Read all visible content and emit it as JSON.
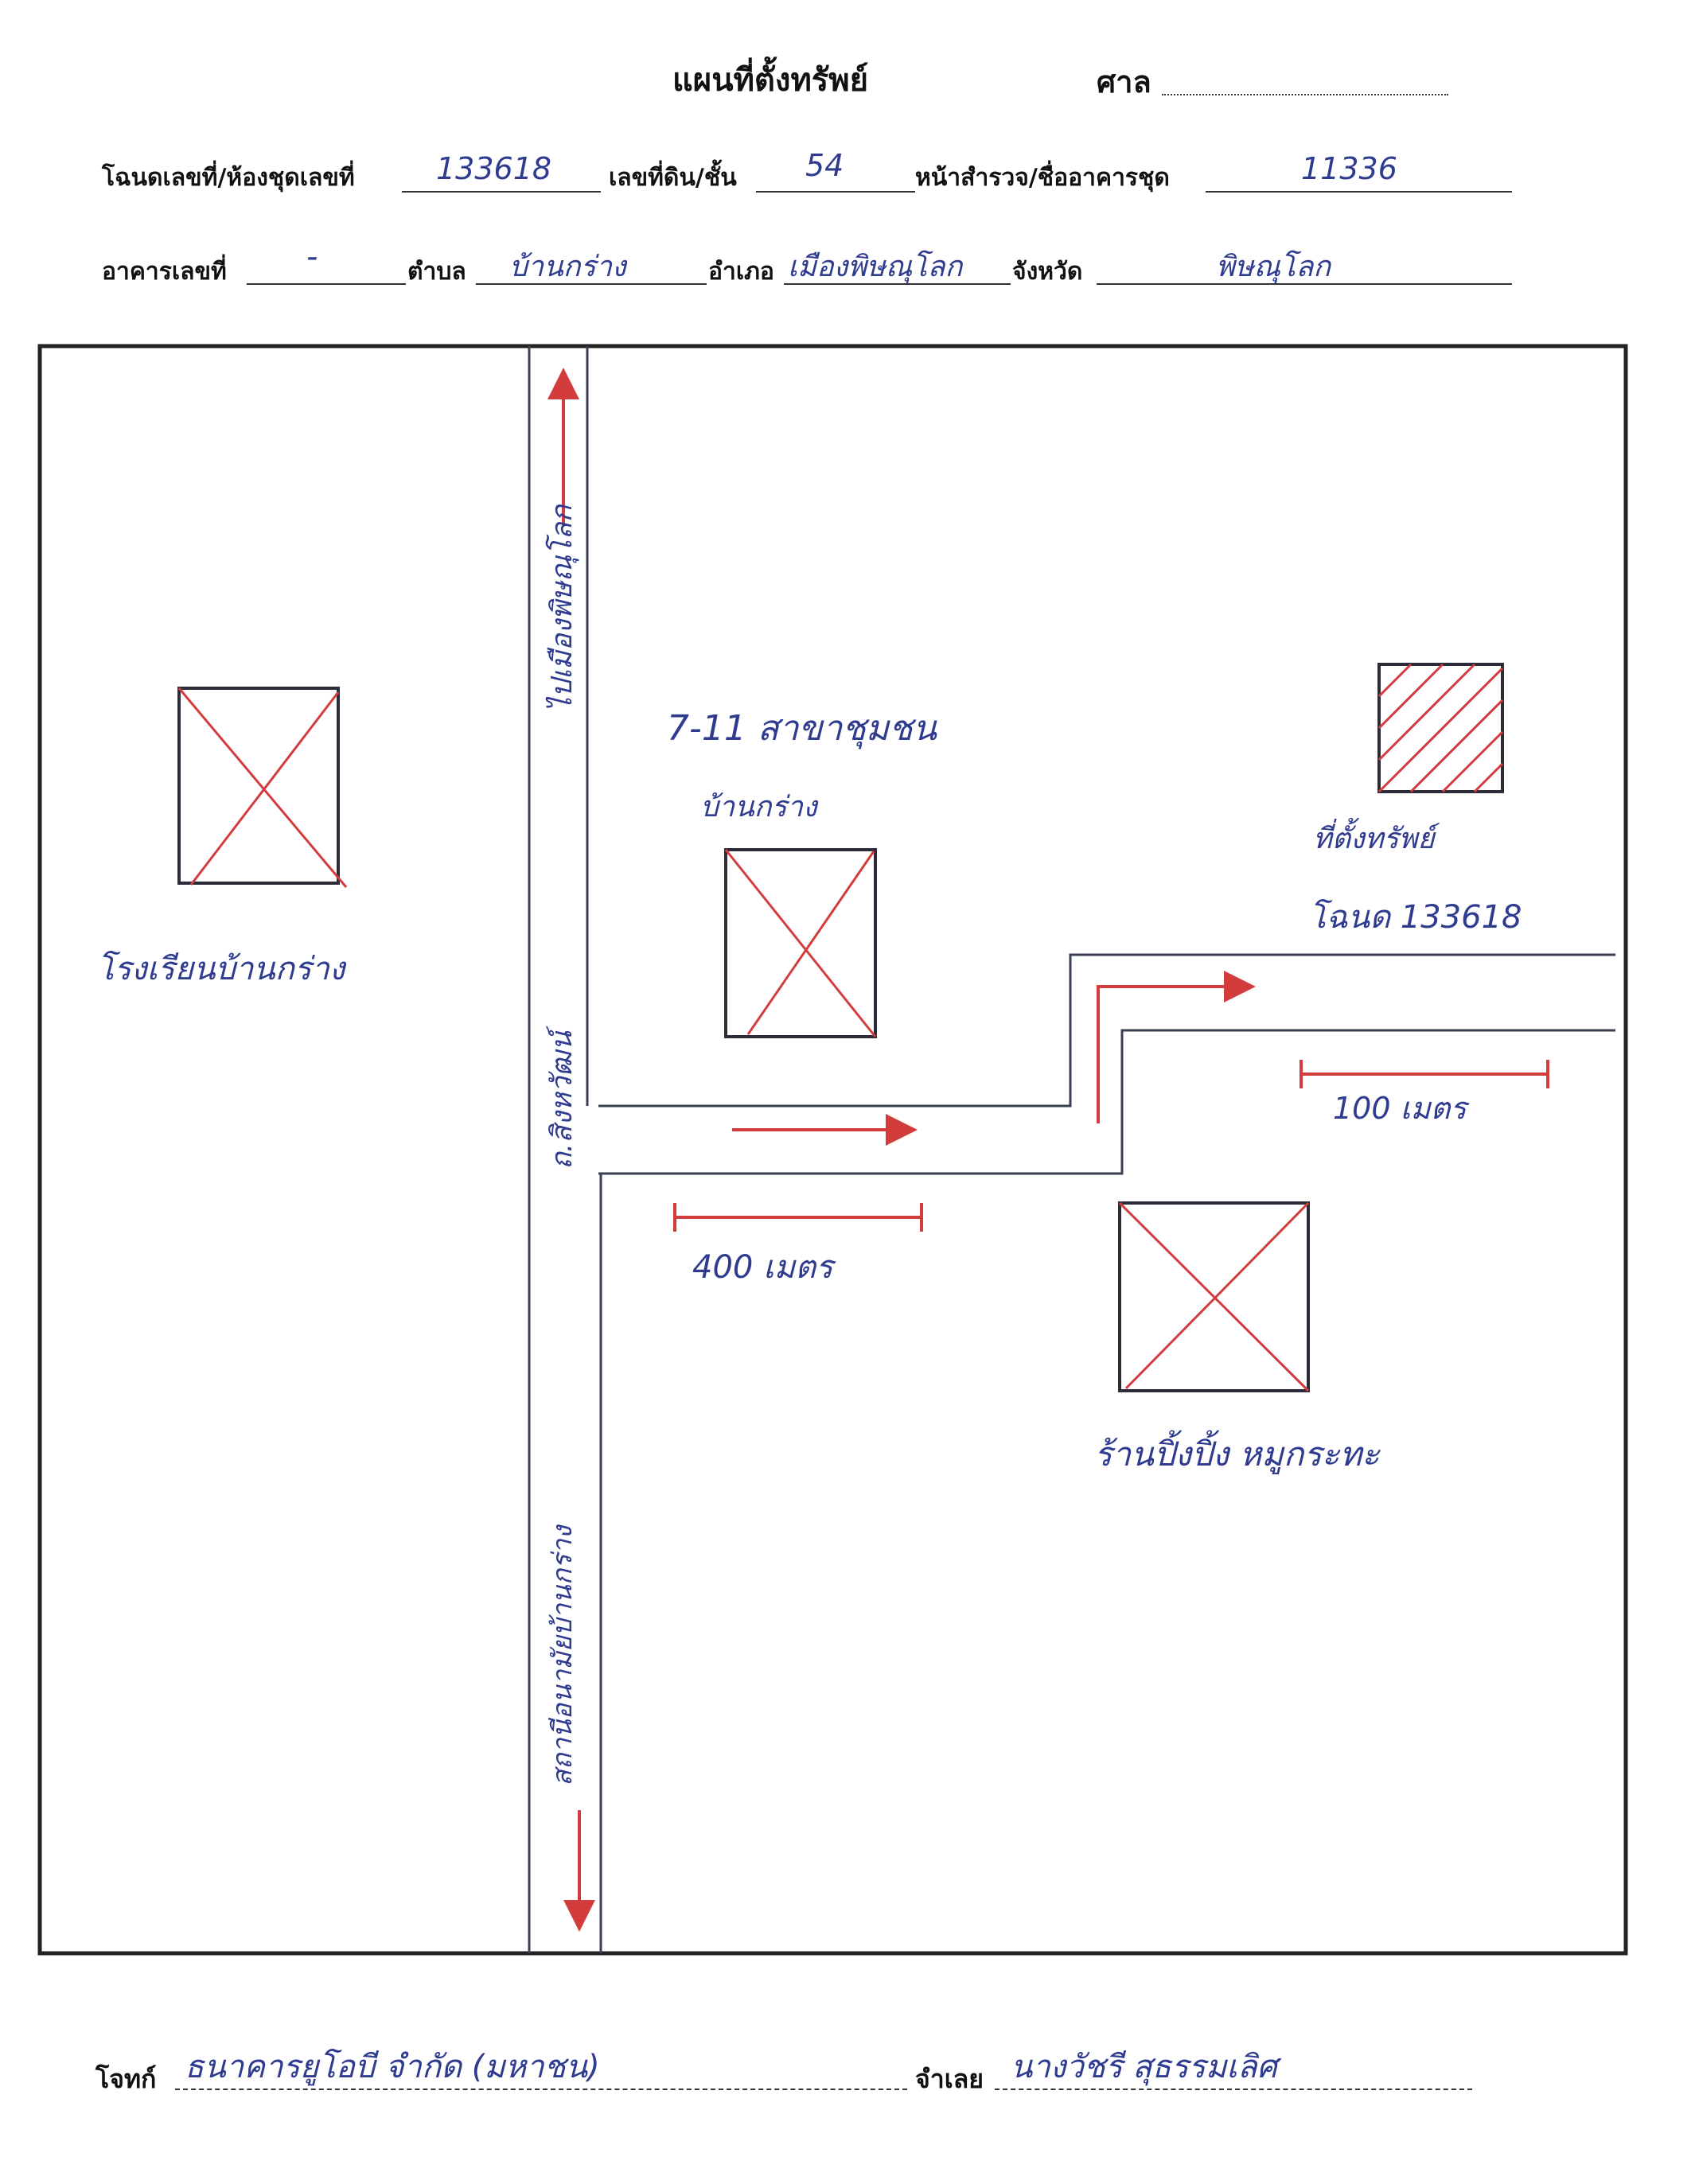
{
  "header": {
    "title": "แผนที่ตั้งทรัพย์",
    "court_label": "ศาล",
    "court_value": ""
  },
  "row1": {
    "deed_label": "โฉนดเลขที่/ห้องชุดเลขที่",
    "deed_value": "133618",
    "land_no_label": "เลขที่ดิน/ชั้น",
    "land_no_value": "54",
    "survey_label": "หน้าสำรวจ/ชื่ออาคารชุด",
    "survey_value": "11336"
  },
  "row2": {
    "building_label": "อาคารเลขที่",
    "building_value": "-",
    "subdistrict_label": "ตำบล",
    "subdistrict_value": "บ้านกร่าง",
    "district_label": "อำเภอ",
    "district_value": "เมืองพิษณุโลก",
    "province_label": "จังหวัด",
    "province_value": "พิษณุโลก"
  },
  "map": {
    "road_north_label": "ไปเมืองพิษณุโลก",
    "road_name_label": "ถ.สิงหวัฒน์",
    "road_south_label": "สถานีอนามัยบ้านกร่าง",
    "school_label": "โรงเรียนบ้านกร่าง",
    "seven_eleven_line1": "7-11 สาขาชุมชน",
    "seven_eleven_line2": "บ้านกร่าง",
    "property_line1": "ที่ตั้งทรัพย์",
    "property_line2": "โฉนด 133618",
    "distance_1": "400 เมตร",
    "distance_2": "100 เมตร",
    "shop_label": "ร้านปิ้งปิ้ง หมูกระทะ",
    "colors": {
      "road_line": "#3a3f52",
      "marker": "#d23c3c",
      "frame": "#222222"
    }
  },
  "footer": {
    "plaintiff_label": "โจทก์",
    "plaintiff_value": "ธนาคารยูโอบี จำกัด (มหาชน)",
    "defendant_label": "จำเลย",
    "defendant_value": "นางวัชรี สุธรรมเลิศ"
  }
}
